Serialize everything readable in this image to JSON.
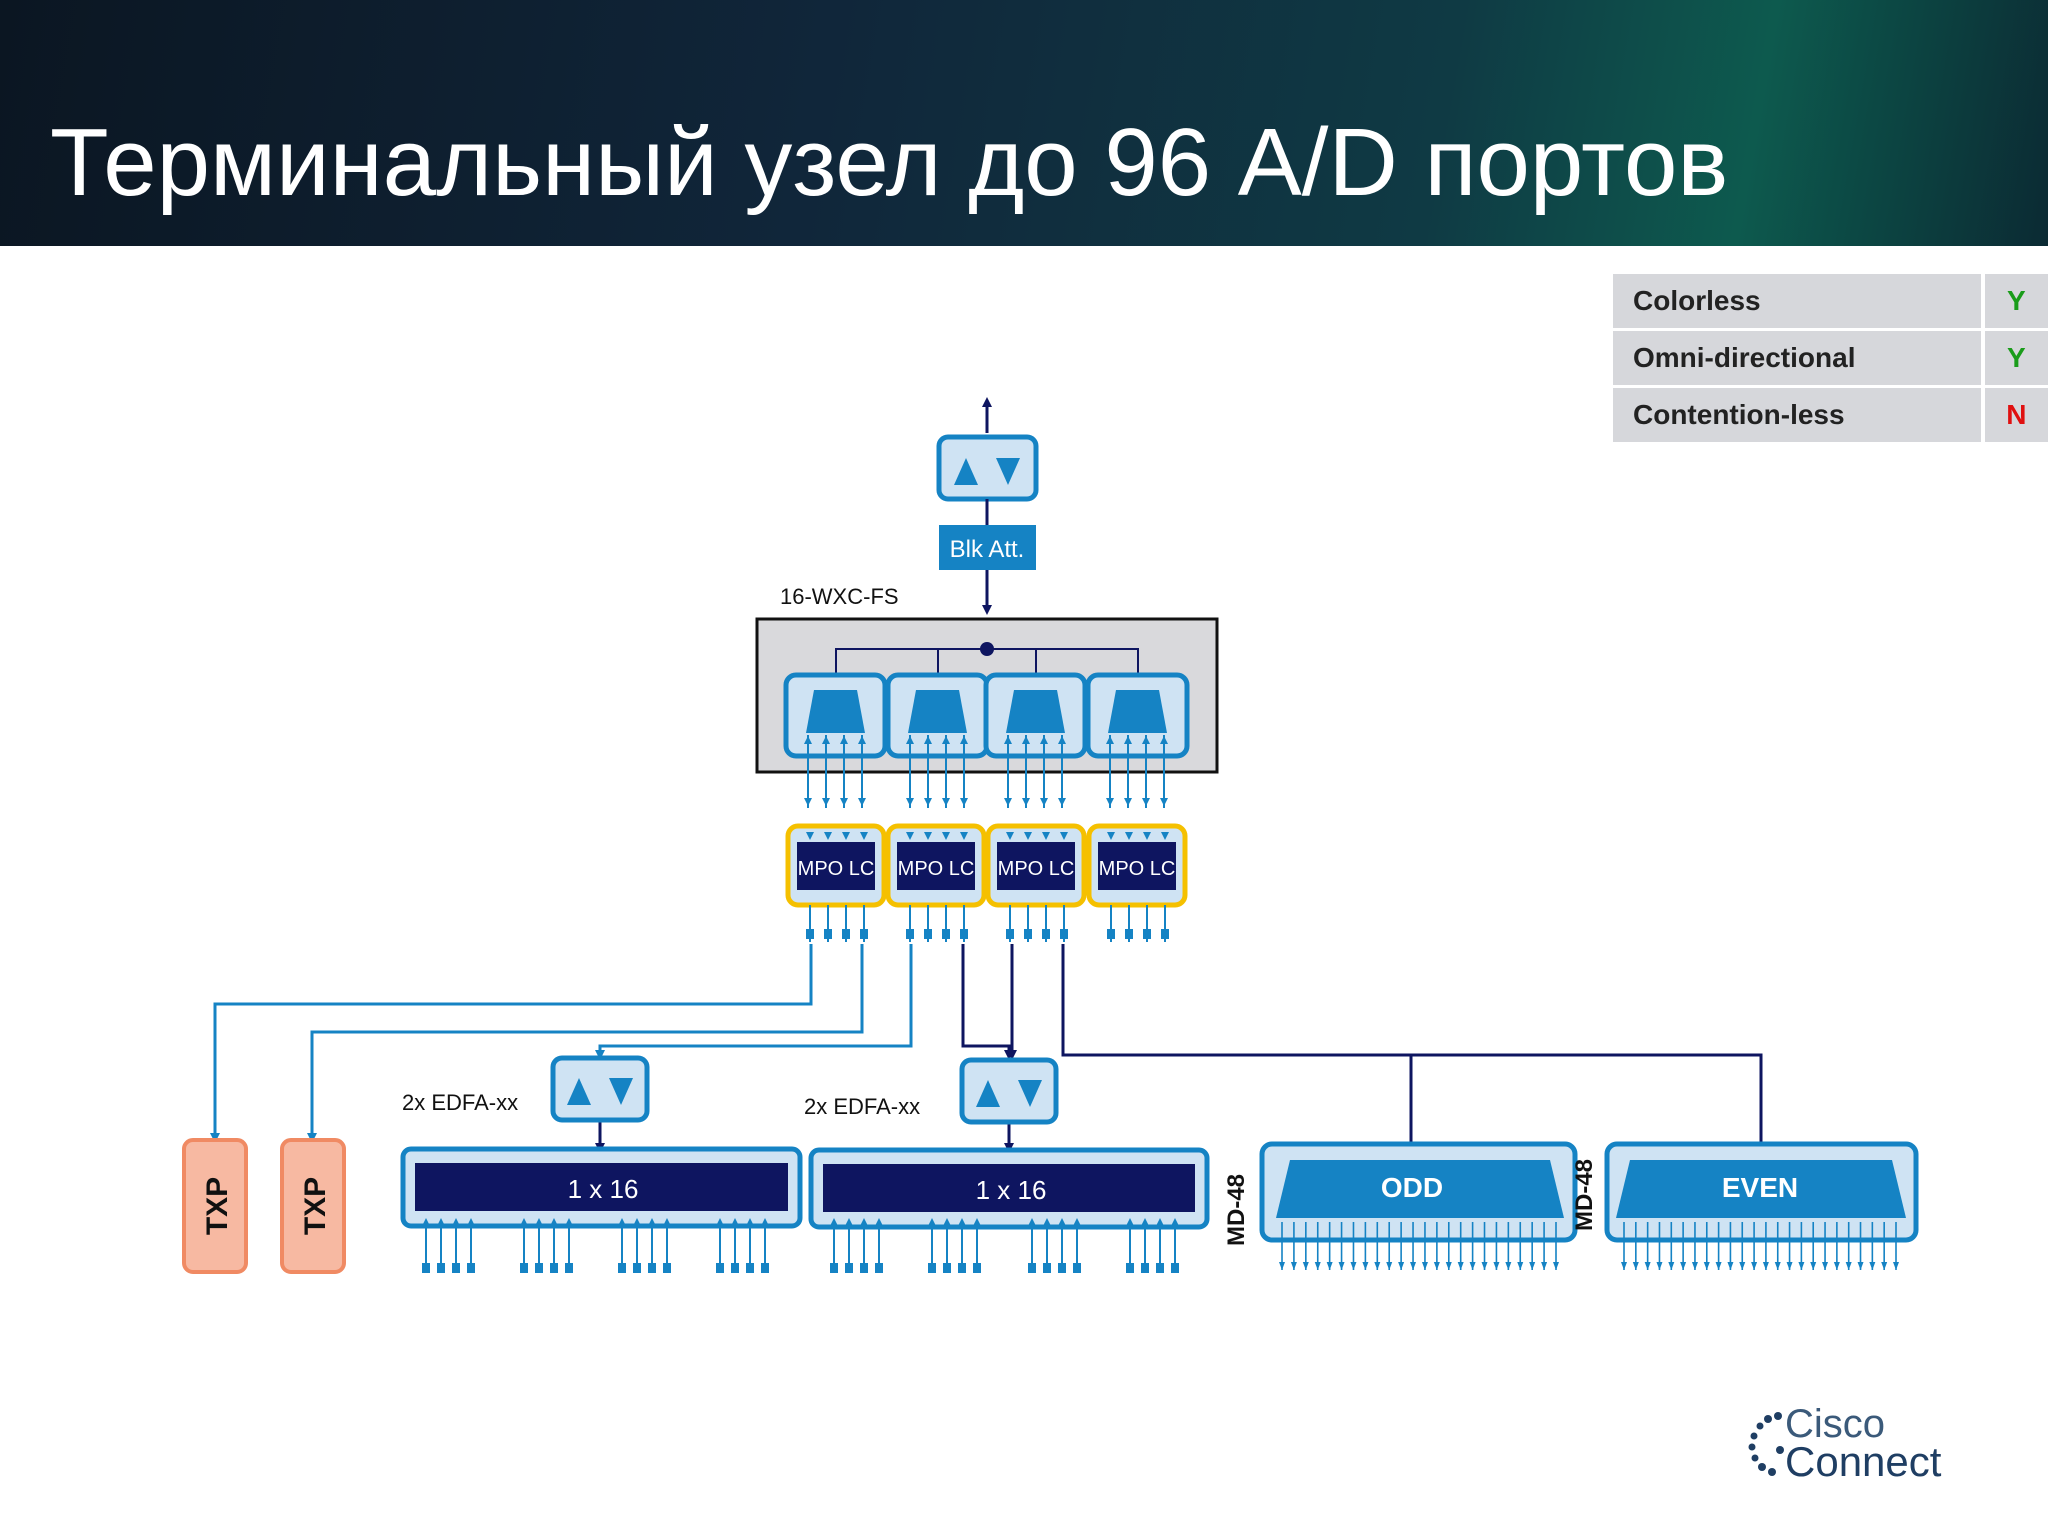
{
  "header": {
    "title": "Терминальный узел до 96 A/D портов"
  },
  "features": [
    {
      "label": "Colorless",
      "value": "Y",
      "color": "#1a9c1a"
    },
    {
      "label": "Omni-directional",
      "value": "Y",
      "color": "#1a9c1a"
    },
    {
      "label": "Contention-less",
      "value": "N",
      "color": "#e01010"
    }
  ],
  "diagram": {
    "blk_att": "Blk Att.",
    "wxc_label": "16-WXC-FS",
    "mpo_label": "MPO LC",
    "edfa_label": "2x EDFA-xx",
    "splitter_label": "1 x 16",
    "txp_label": "TXP",
    "md_label": "MD-48",
    "odd_label": "ODD",
    "even_label": "EVEN"
  },
  "colors": {
    "accent": "#1583c4",
    "dark_navy": "#0e1560",
    "txp_fill": "#f7b9a2",
    "txp_border": "#f08a63",
    "mpo_border": "#f5c000"
  },
  "logo": {
    "line1": "Cisco",
    "line2": "Connect"
  }
}
